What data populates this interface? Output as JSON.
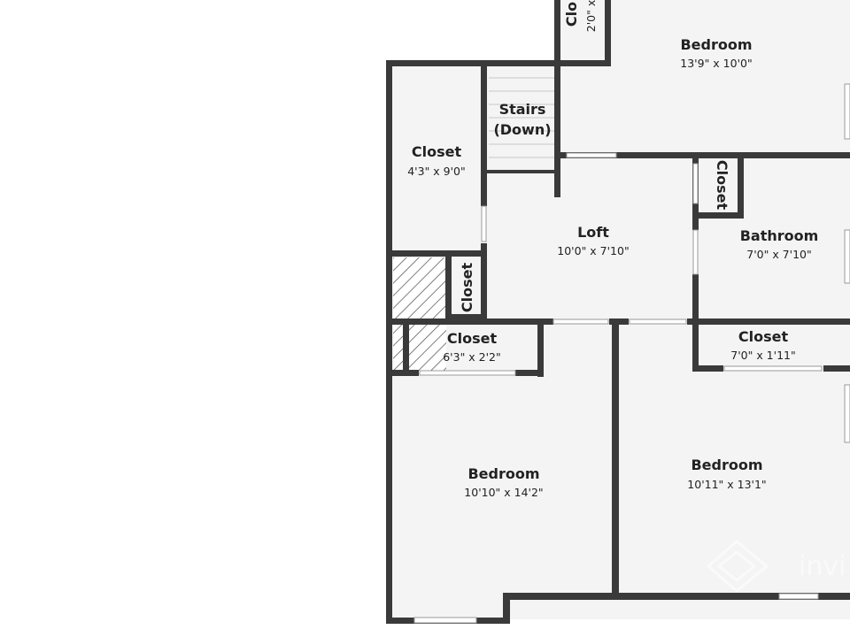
{
  "rooms": {
    "bedroom_top": {
      "name": "Bedroom",
      "dims": "13'9\" x 10'0\""
    },
    "stairs": {
      "name_line1": "Stairs",
      "name_line2": "(Down)"
    },
    "closet_left": {
      "name": "Closet",
      "dims": "4'3\" x 9'0\""
    },
    "loft": {
      "name": "Loft",
      "dims": "10'0\" x 7'10\""
    },
    "closet_bath": {
      "name": "Closet"
    },
    "bathroom": {
      "name": "Bathroom",
      "dims": "7'0\" x 7'10\""
    },
    "closet_small": {
      "name": "Closet"
    },
    "closet_mid_left": {
      "name": "Closet",
      "dims": "6'3\" x 2'2\""
    },
    "closet_mid_right": {
      "name": "Closet",
      "dims": "7'0\" x 1'11\""
    },
    "bedroom_left": {
      "name": "Bedroom",
      "dims": "10'10\" x 14'2\""
    },
    "bedroom_right": {
      "name": "Bedroom",
      "dims": "10'11\" x 13'1\""
    },
    "closet_top_cut": {
      "name": "Clo",
      "dims": "2'0\" x"
    }
  },
  "watermark": {
    "text": "invi"
  },
  "colors": {
    "wall": "#3a3a3a",
    "floor": "#f4f4f4",
    "background": "#ffffff"
  }
}
